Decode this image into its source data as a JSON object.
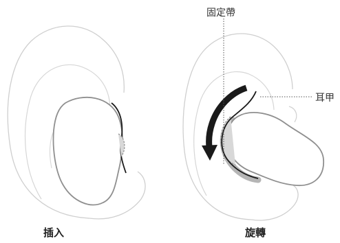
{
  "labels": {
    "retention_band": "固定帶",
    "ear_fin": "耳甲"
  },
  "captions": {
    "left": "插入",
    "right": "旋轉"
  },
  "colors": {
    "ear_outline": "#c8c8c8",
    "bud_outline": "#9a9a9a",
    "band_fill": "#b5b5b5",
    "arrow": "#1a1a1a",
    "text": "#222222"
  }
}
